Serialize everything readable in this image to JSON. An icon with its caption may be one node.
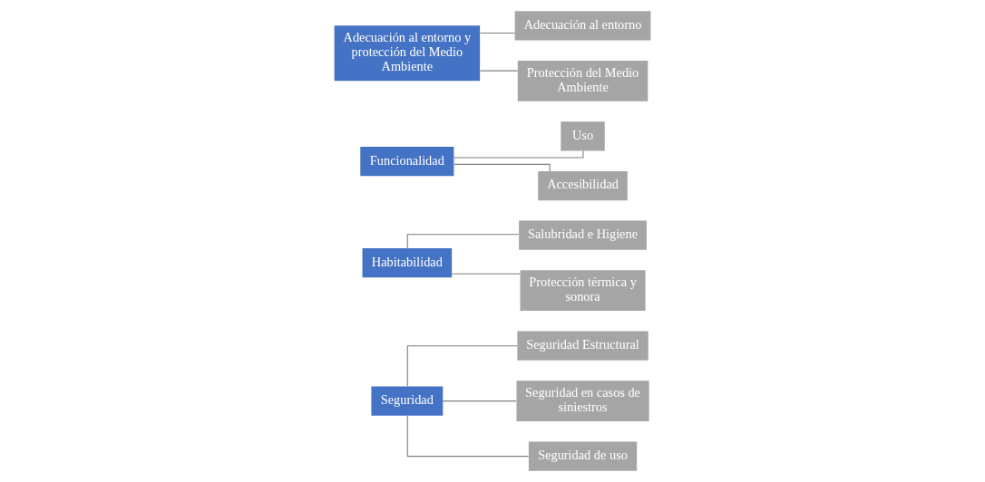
{
  "diagram": {
    "nodes": [
      {
        "text": [
          "Seguridad"
        ]
      },
      {
        "text": [
          "Seguridad Estructural"
        ]
      },
      {
        "text": [
          "Seguridad en casos de siniestros"
        ]
      },
      {
        "text": [
          "Seguridad de uso"
        ]
      },
      {
        "text": [
          "Habitabilidad"
        ]
      },
      {
        "text": [
          "Salubridad e Higiene"
        ]
      },
      {
        "text": [
          "Protección térmica y sonora"
        ]
      },
      {
        "text": [
          "Funcionalidad"
        ]
      },
      {
        "text": [
          "Uso"
        ]
      },
      {
        "text": [
          "Accesibilidad"
        ]
      },
      {
        "text": [
          "Adecuación al entorno y protección del Medio Ambiente"
        ]
      },
      {
        "text": [
          "Adecuación al entorno"
        ]
      },
      {
        "text": [
          "Protección del Medio Ambiente"
        ]
      }
    ],
    "edges": [
      {
        "from": 0,
        "to": 1,
        "arrow": "none"
      },
      {
        "from": 0,
        "to": 2,
        "arrow": "none"
      },
      {
        "from": 0,
        "to": 3,
        "arrow": "none"
      },
      {
        "from": 4,
        "to": 5,
        "arrow": "none"
      },
      {
        "from": 4,
        "to": 6,
        "arrow": "none"
      },
      {
        "from": 7,
        "to": 8,
        "arrow": "none"
      },
      {
        "from": 7,
        "to": 9,
        "arrow": "none"
      },
      {
        "from": 10,
        "to": 11,
        "arrow": "none"
      },
      {
        "from": 10,
        "to": 12,
        "arrow": "none"
      }
    ]
  }
}
